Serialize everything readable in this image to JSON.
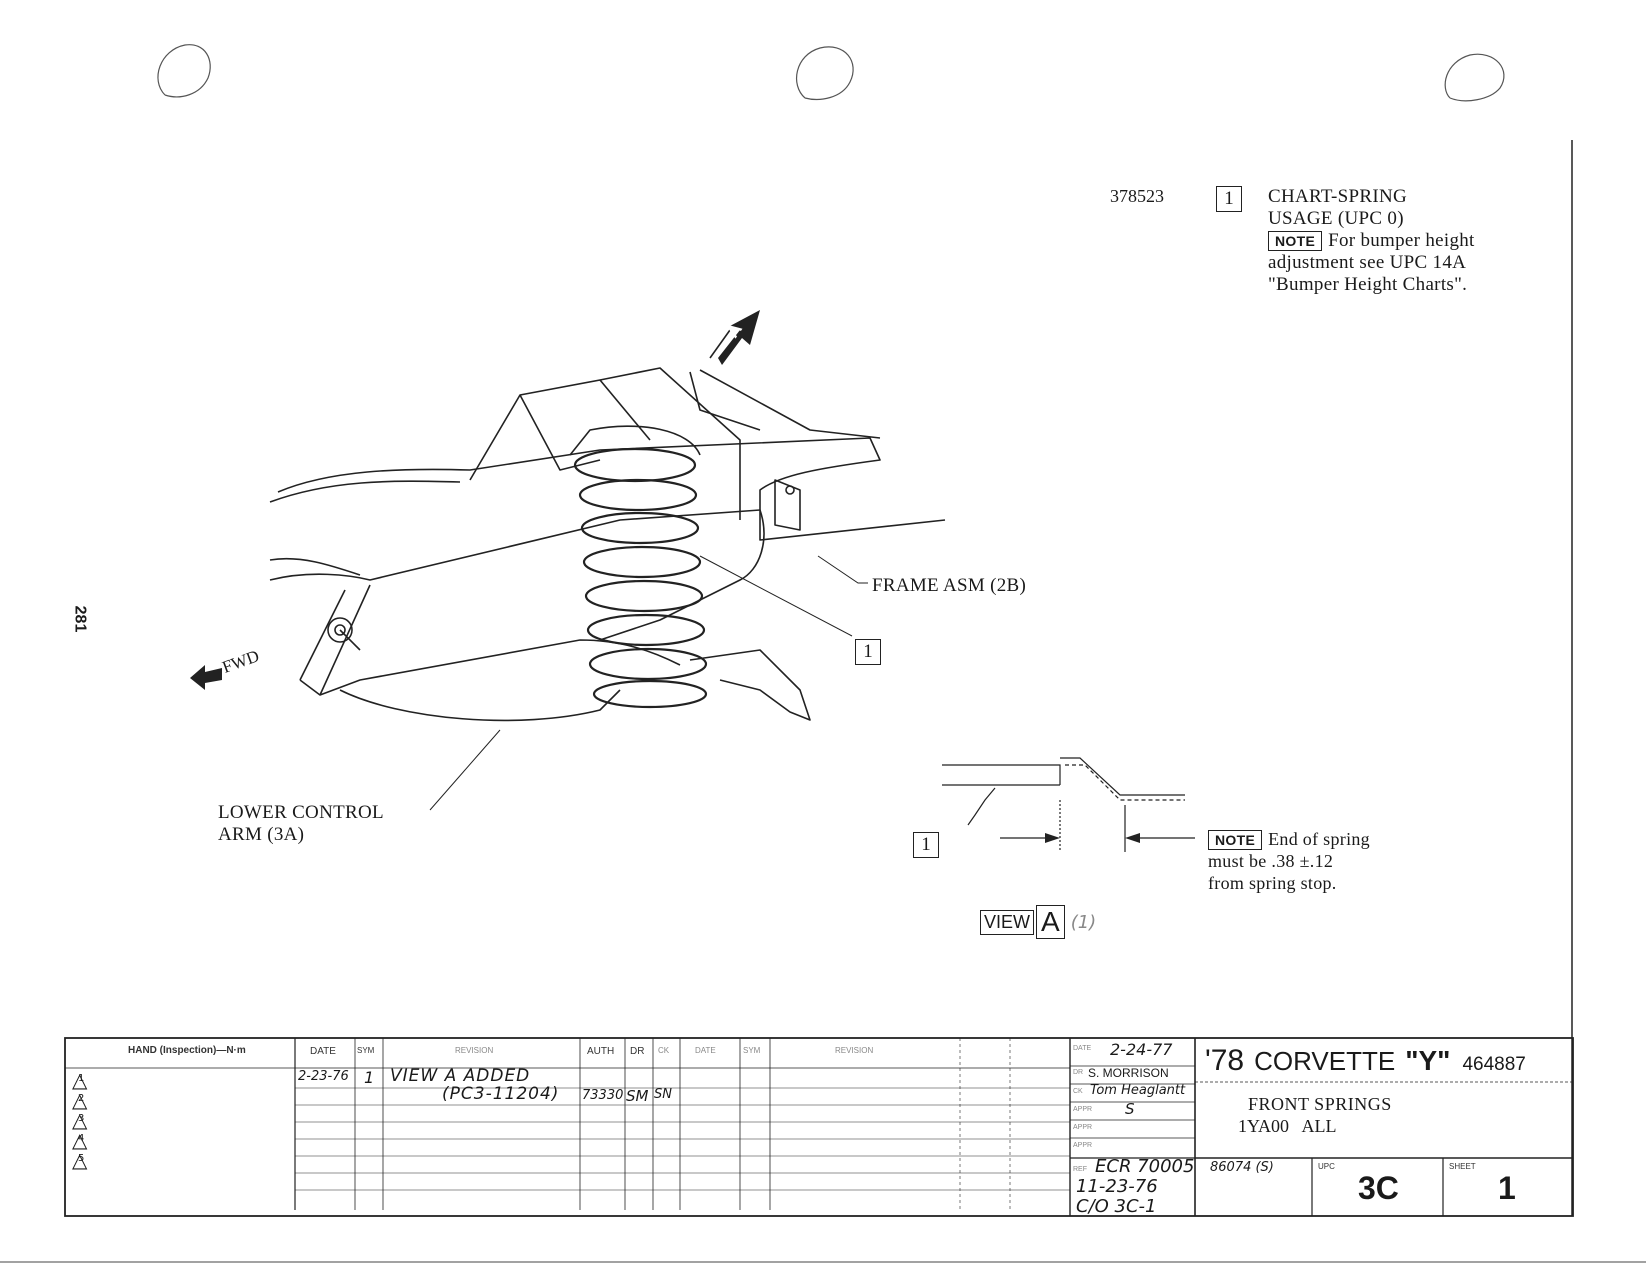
{
  "part_number": "378523",
  "chart_callout": {
    "index": "1",
    "line1": "CHART-SPRING",
    "line2": "USAGE (UPC 0)",
    "note_label": "NOTE",
    "note_line1": "For bumper height",
    "note_line2": "adjustment see UPC 14A",
    "note_line3": "\"Bumper Height Charts\"."
  },
  "labels": {
    "view_arrow": "A",
    "frame": "FRAME ASM (2B)",
    "callout_index": "1",
    "fwd": "FWD",
    "lower_arm_line1": "LOWER CONTROL",
    "lower_arm_line2": "ARM (3A)",
    "page_number": "281"
  },
  "view_detail": {
    "index": "1",
    "note_label": "NOTE",
    "note_line1": "End of spring",
    "note_line2": "must be .38 ±.12",
    "note_line3": "from spring stop.",
    "view_word": "VIEW",
    "view_letter": "A",
    "view_suffix": "(1)"
  },
  "title_block": {
    "torque_header": "HAND (Inspection)—N·m",
    "triangles": [
      "1",
      "2",
      "3",
      "4",
      "5"
    ],
    "rev_headers": {
      "date": "DATE",
      "sym": "SYM",
      "revision": "REVISION",
      "auth": "AUTH",
      "dr": "DR",
      "ck": "CK",
      "date2": "DATE",
      "sym2": "SYM",
      "revision2": "REVISION"
    },
    "rev_row1": {
      "date": "2-23-76",
      "sym": "1",
      "revision": "VIEW A ADDED",
      "revision2": "(PC3-11204)",
      "auth": "73330",
      "dr": "SM",
      "ck": "SN"
    },
    "sign": {
      "date_label": "DATE",
      "date": "2-24-77",
      "dr_label": "DR",
      "dr": "S. MORRISON",
      "ck_label": "CK",
      "ck": "Tom Heaglantt",
      "appr_label": "APPR",
      "appr": "S",
      "appr2_label": "APPR",
      "appr3_label": "APPR"
    },
    "ref": {
      "label": "REF",
      "line1": "ECR 70005",
      "line2": "11-23-76",
      "line3": "C/O 3C-1"
    },
    "model": {
      "year": "'78",
      "name": "CORVETTE",
      "series": "\"Y\"",
      "number": "464887"
    },
    "title_line1": "FRONT SPRINGS",
    "title_line2": "1YA00   ALL",
    "code": "86074 (S)",
    "upc_label": "UPC",
    "upc": "3C",
    "sheet_label": "SHEET",
    "sheet": "1"
  }
}
